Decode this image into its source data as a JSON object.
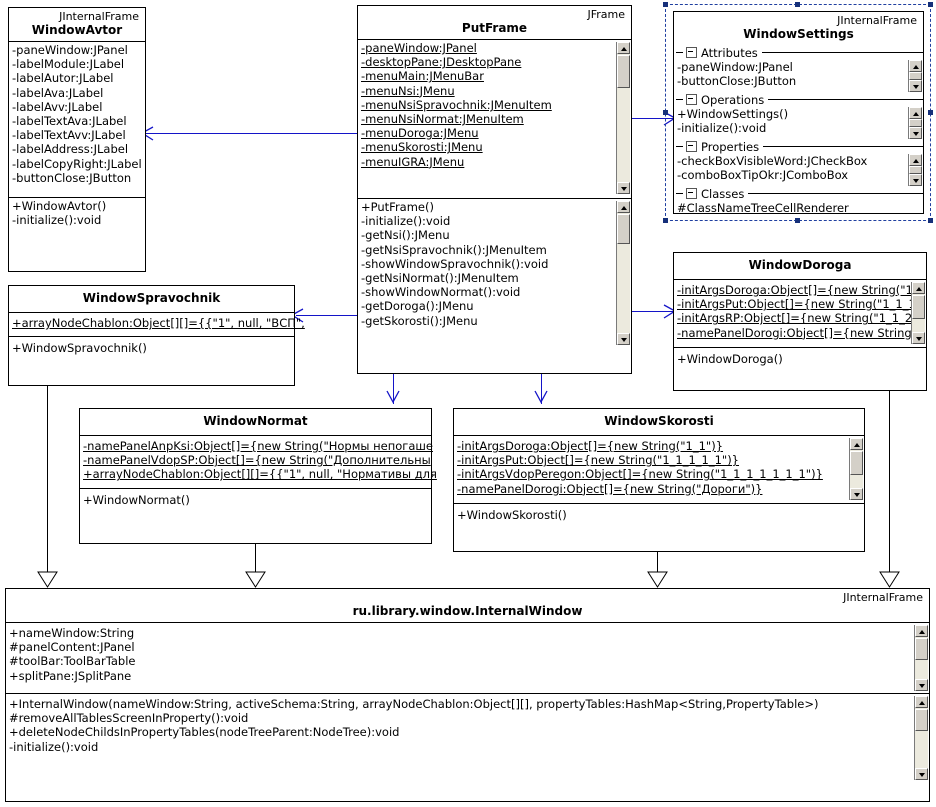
{
  "diagram": {
    "kind": "uml-class-diagram",
    "accent_line_color": "#1414c8",
    "inherit_line_color": "#000000",
    "selection_color": "#16307a"
  },
  "classes": {
    "window_avtor": {
      "stereotype": "JInternalFrame",
      "name": "WindowAvtor",
      "attributes": [
        "-paneWindow:JPanel",
        "-labelModule:JLabel",
        "-labelAutor:JLabel",
        "-labelAva:JLabel",
        "-labelAvv:JLabel",
        "-labelTextAva:JLabel",
        "-labelTextAvv:JLabel",
        "-labelAddress:JLabel",
        "-labelCopyRight:JLabel",
        "-buttonClose:JButton"
      ],
      "operations": [
        "+WindowAvtor()",
        "-initialize():void"
      ]
    },
    "put_frame": {
      "stereotype": "JFrame",
      "name": "PutFrame",
      "attributes": [
        "-paneWindow:JPanel",
        "-desktopPane:JDesktopPane",
        "-menuMain:JMenuBar",
        "-menuNsi:JMenu",
        "-menuNsiSpravochnik:JMenuItem",
        "-menuNsiNormat:JMenuItem",
        "-menuDoroga:JMenu",
        "-menuSkorosti:JMenu",
        "-menuIGRA:JMenu"
      ],
      "operations": [
        "+PutFrame()",
        "-initialize():void",
        "-getNsi():JMenu",
        "-getNsiSpravochnik():JMenuItem",
        "-showWindowSpravochnik():void",
        "-getNsiNormat():JMenuItem",
        "-showWindowNormat():void",
        "-getDoroga():JMenu",
        "-getSkorosti():JMenu"
      ]
    },
    "window_settings": {
      "stereotype": "JInternalFrame",
      "name": "WindowSettings",
      "selected": true,
      "groups": [
        {
          "label": "Attributes",
          "rows": [
            "-paneWindow:JPanel",
            "-buttonClose:JButton"
          ]
        },
        {
          "label": "Operations",
          "rows": [
            "+WindowSettings()",
            "-initialize():void"
          ]
        },
        {
          "label": "Properties",
          "rows": [
            "-checkBoxVisibleWord:JCheckBox",
            "-comboBoxTipOkr:JComboBox"
          ]
        },
        {
          "label": "Classes",
          "rows": [
            "#ClassNameTreeCellRenderer"
          ]
        }
      ]
    },
    "window_spravochnik": {
      "stereotype": "",
      "name": "WindowSpravochnik",
      "attributes": [
        "+arrayNodeChablon:Object[][]={{\"1\", null, \"ВСП\","
      ],
      "operations": [
        "+WindowSpravochnik()"
      ]
    },
    "window_doroga": {
      "stereotype": "",
      "name": "WindowDoroga",
      "attributes": [
        "-initArgsDoroga:Object[]={new String(\"1_",
        "-initArgsPut:Object[]={new String(\"1_1_1",
        "-initArgsRP:Object[]={new String(\"1_1_2_",
        "-namePanelDorogi:Object[]={new String(\""
      ],
      "operations": [
        "+WindowDoroga()"
      ]
    },
    "window_normat": {
      "stereotype": "",
      "name": "WindowNormat",
      "attributes": [
        "-namePanelAnpKsi:Object[]={new String(\"Нормы непогаше",
        "-namePanelVdopSP:Object[]={new String(\"Дополнительны",
        "+arrayNodeChablon:Object[][]={{\"1\", null, \"Нормативы для"
      ],
      "operations": [
        "+WindowNormat()"
      ]
    },
    "window_skorosti": {
      "stereotype": "",
      "name": "WindowSkorosti",
      "attributes": [
        "-initArgsDoroga:Object[]={new String(\"1_1\")}",
        "-initArgsPut:Object[]={new String(\"1_1_1_1_1\")}",
        "-initArgsVdopPeregon:Object[]={new String(\"1_1_1_1_1_1_1\")}",
        "-namePanelDorogi:Object[]={new String(\"Дороги\")}"
      ],
      "operations": [
        "+WindowSkorosti()"
      ]
    },
    "internal_window": {
      "stereotype": "JInternalFrame",
      "name": "ru.library.window.InternalWindow",
      "attributes": [
        "+nameWindow:String",
        "#panelContent:JPanel",
        "#toolBar:ToolBarTable",
        "+splitPane:JSplitPane"
      ],
      "operations": [
        "+InternalWindow(nameWindow:String, activeSchema:String, arrayNodeChablon:Object[][], propertyTables:HashMap<String,PropertyTable>)",
        "#removeAllTablesScreenInProperty():void",
        "+deleteNodeChildsInPropertyTables(nodeTreeParent:NodeTree):void",
        "-initialize():void"
      ]
    }
  }
}
